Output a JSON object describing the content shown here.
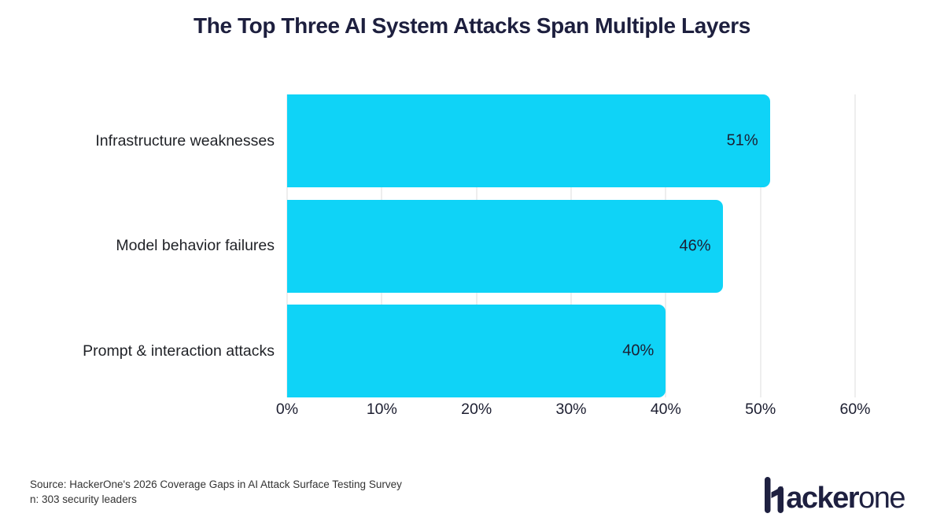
{
  "title": "The Top Three AI System Attacks Span Multiple Layers",
  "chart_data": {
    "type": "bar",
    "orientation": "horizontal",
    "title": "The Top Three AI System Attacks Span Multiple Layers",
    "categories": [
      "Infrastructure weaknesses",
      "Model behavior failures",
      "Prompt & interaction attacks"
    ],
    "values": [
      51,
      46,
      40
    ],
    "value_labels": [
      "51%",
      "46%",
      "40%"
    ],
    "xlim": [
      0,
      60
    ],
    "xtick_values": [
      0,
      10,
      20,
      30,
      40,
      50,
      60
    ],
    "xtick_labels": [
      "0%",
      "10%",
      "20%",
      "30%",
      "40%",
      "50%",
      "60%"
    ],
    "grid": "vertical gridlines only",
    "legend": "none",
    "bar_color": "#0fd3f7",
    "gridline_color": "#dcdcdc",
    "value_label_position": "inside-end"
  },
  "footer": {
    "source_line_1": "Source: HackerOne's 2026 Coverage Gaps in AI Attack Surface Testing Survey",
    "source_line_2": "n: 303 security leaders"
  },
  "logo": {
    "brand": "hackerone",
    "text_bold": "acker",
    "text_light": "one"
  },
  "colors": {
    "background": "#ffffff",
    "bar": "#0fd3f7",
    "title_text": "#1d1f3e",
    "body_text": "#1f2126",
    "gridline": "#dcdcdc",
    "logo_navy": "#1e2040"
  }
}
